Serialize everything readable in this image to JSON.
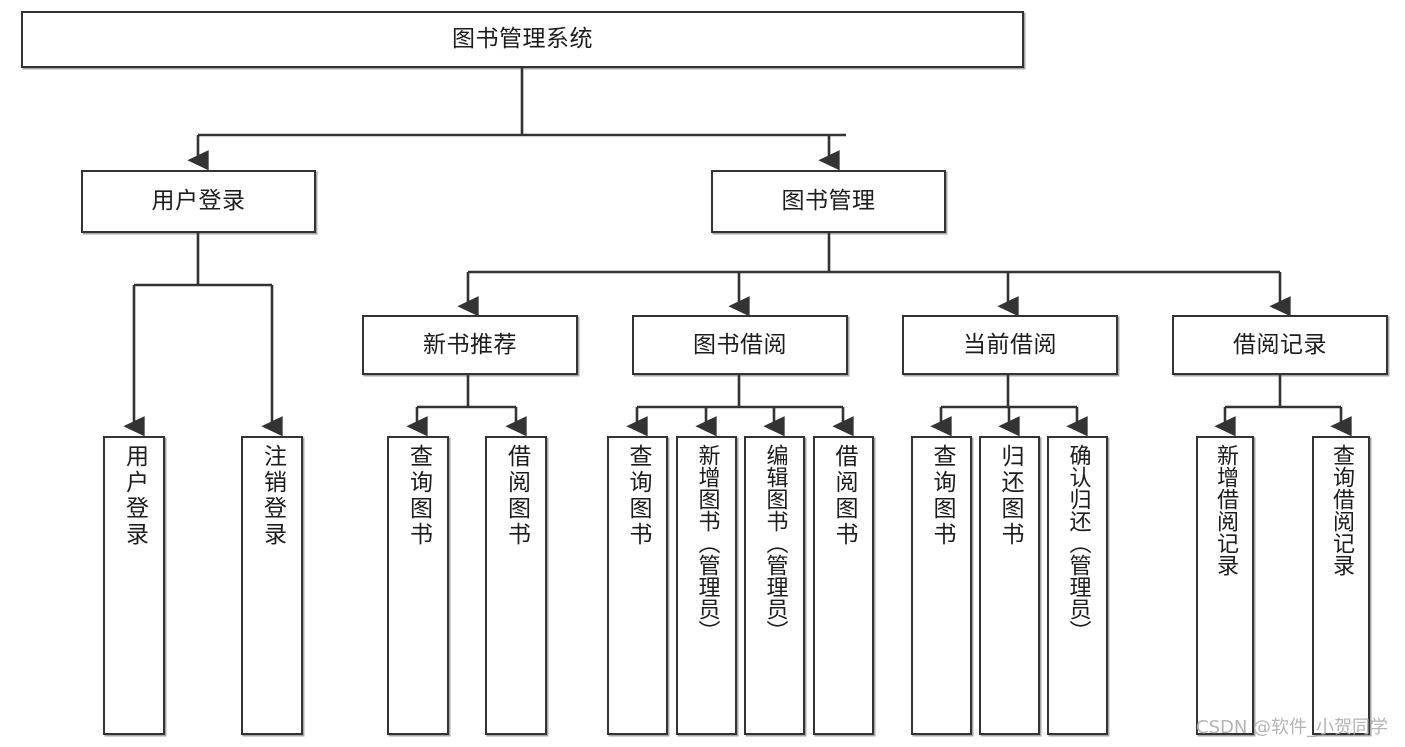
{
  "diagram": {
    "title": "图书管理系统",
    "type": "tree-hierarchy-diagram",
    "colors": {
      "stroke": "#333333",
      "fill": "#ffffff",
      "text": "#1c1c1c",
      "watermark": "#b4b4b4"
    },
    "root": {
      "label": "图书管理系统"
    },
    "level1": [
      {
        "label": "用户登录"
      },
      {
        "label": "图书管理"
      }
    ],
    "level2": [
      {
        "label": "新书推荐"
      },
      {
        "label": "图书借阅"
      },
      {
        "label": "当前借阅"
      },
      {
        "label": "借阅记录"
      }
    ],
    "leaves": {
      "user_login": [
        {
          "label": "用户登录"
        },
        {
          "label": "注销登录"
        }
      ],
      "new_book_recommend": [
        {
          "label": "查询图书"
        },
        {
          "label": "借阅图书"
        }
      ],
      "book_borrow": [
        {
          "label": "查询图书"
        },
        {
          "label": "新增图书（管理员）"
        },
        {
          "label": "编辑图书（管理员）"
        },
        {
          "label": "借阅图书"
        }
      ],
      "current_borrow": [
        {
          "label": "查询图书"
        },
        {
          "label": "归还图书"
        },
        {
          "label": "确认归还（管理员）"
        }
      ],
      "borrow_record": [
        {
          "label": "新增借阅记录"
        },
        {
          "label": "查询借阅记录"
        }
      ]
    },
    "watermark": "CSDN @软件_小贺同学"
  }
}
